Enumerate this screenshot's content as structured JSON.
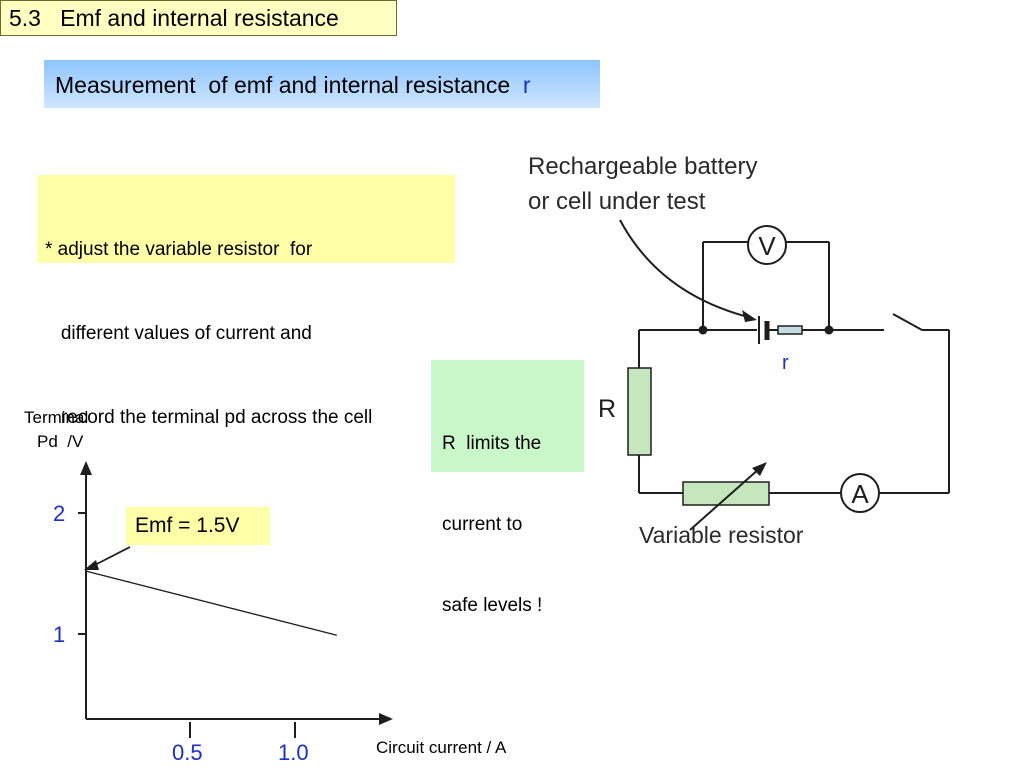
{
  "slide": {
    "title": "5.3   Emf and internal resistance",
    "subtitle": "Measurement  of emf and internal resistance",
    "subtitle_symbol": "r"
  },
  "note": {
    "lines": [
      "* adjust the variable resistor  for",
      "   different values of current and",
      "   record the terminal pd across the cell"
    ]
  },
  "circuit": {
    "battery_label_line1": "Rechargeable battery",
    "battery_label_line2": "or cell under test",
    "voltmeter": "V",
    "ammeter": "A",
    "resistor": "R",
    "internal_resistance": "r",
    "variable_resistor": "Variable resistor",
    "r_note_lines": [
      "R  limits the",
      "current to",
      "safe levels !"
    ]
  },
  "graph": {
    "ylabel_line1": "Terminal",
    "ylabel_line2": "Pd  /V",
    "xlabel": "Circuit current / A",
    "emf_label": "Emf = 1.5V",
    "y_ticks": [
      "2",
      "1"
    ],
    "x_ticks": [
      "0.5",
      "1.0"
    ],
    "tick_color": "#1a2fc8"
  },
  "chart_data": {
    "type": "line",
    "xlabel": "Circuit current / A",
    "ylabel": "Terminal Pd /V",
    "x_ticks": [
      0.5,
      1.0
    ],
    "y_ticks": [
      1,
      2
    ],
    "series": [
      {
        "x": [
          0,
          1.2
        ],
        "y": [
          1.52,
          0.99
        ]
      }
    ],
    "annotations": [
      "Emf = 1.5V"
    ]
  }
}
